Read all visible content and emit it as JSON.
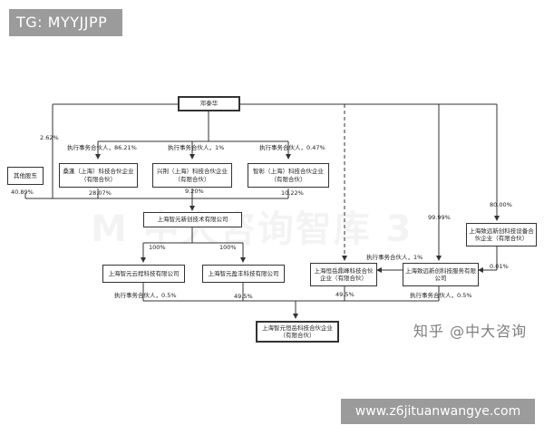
{
  "watermarks": {
    "top_tag": "TG: MYYJJPP",
    "bottom_url": "www.z6jituanwangye.com",
    "zhihu": "知乎 @中大咨询",
    "faint_text": "M 中大咨询智库 3"
  },
  "nodes": {
    "deng": "邓泰华",
    "other": "其他股东",
    "sangpeng": "桑蓬（上海）科技合伙企业（有限合伙）",
    "xingpeng": "兴荆（上海）科技合伙企业（有限合伙）",
    "zhiyan": "智彰（上海）科技合伙企业（有限合伙）",
    "zhiyuan_tech": "上海智元新创技术有限公司",
    "zhiyuan_yun": "上海智元云程科技有限公司",
    "zhiyuan_ying": "上海智元盈丰科技有限公司",
    "hengyue": "上海恒岳鼎峰科技合伙企业（有限合伙）",
    "zhiyuan_svc": "上海致远新创科技服务有限公司",
    "zhiyuan_equip": "上海致远新创科技设备合伙企业（有限合伙）",
    "target": "上海智元恒岳科技合伙企业（有限合伙）"
  },
  "labels": {
    "p262": "2.62%",
    "gp_sangpeng": "执行事务合伙人，86.21%",
    "gp_xingpeng": "执行事务合伙人，1%",
    "gp_zhiyan": "执行事务合伙人，0.47%",
    "p4089": "40.89%",
    "p2807": "28.07%",
    "p920": "9.20%",
    "p1022": "10.22%",
    "p9999": "99.99%",
    "p8000": "80.00%",
    "p100a": "100%",
    "p100b": "100%",
    "gp_hengyue": "执行事务合伙人，1%",
    "p001": "0.01%",
    "gp_yun": "执行事务合伙人，0.5%",
    "p495a": "49.5%",
    "p495b": "49.5%",
    "gp_svc": "执行事务合伙人，0.5%"
  }
}
